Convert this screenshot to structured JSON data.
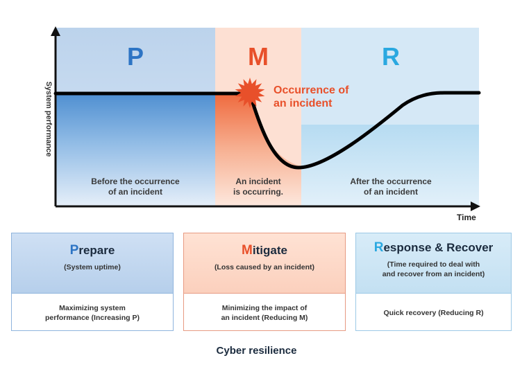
{
  "phases": [
    {
      "letter": "P",
      "caption_line1": "Before the occurrence",
      "caption_line2": "of an incident",
      "color": "#2d74c4"
    },
    {
      "letter": "M",
      "caption_line1": "An incident",
      "caption_line2": "is occurring.",
      "color": "#e8502a"
    },
    {
      "letter": "R",
      "caption_line1": "After the occurrence",
      "caption_line2": "of an incident",
      "color": "#2aa8e0"
    }
  ],
  "incident": {
    "line1": "Occurrence of",
    "line2": "an incident",
    "color": "#e8502a"
  },
  "axes": {
    "y_label": "System performance",
    "x_label": "Time"
  },
  "cards": [
    {
      "initial": "P",
      "title_rest": "repare",
      "subtitle_line1": "(System uptime)",
      "subtitle_line2": "",
      "desc_line1": "Maximizing system",
      "desc_line2": "performance (Increasing P)"
    },
    {
      "initial": "M",
      "title_rest": "itigate",
      "subtitle_line1": "(Loss caused by an incident)",
      "subtitle_line2": "",
      "desc_line1": "Minimizing the impact of",
      "desc_line2": "an incident (Reducing M)"
    },
    {
      "initial": "R",
      "title_rest": "esponse & Recover",
      "subtitle_line1": "(Time required to deal with",
      "subtitle_line2": "and recover from an incident)",
      "desc_line1": "Quick recovery (Reducing R)",
      "desc_line2": ""
    }
  ],
  "caption": "Cyber resilience"
}
